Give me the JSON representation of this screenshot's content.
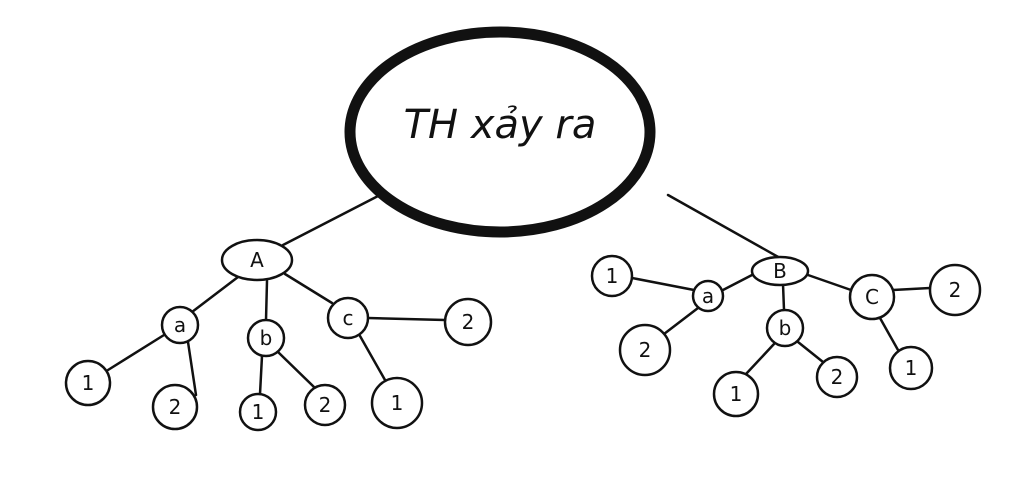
{
  "root": {
    "label": "TH xảy ra"
  },
  "left_tree": {
    "root": "A",
    "a": "a",
    "a_1": "1",
    "a_2": "2",
    "b": "b",
    "b_1": "1",
    "b_2": "2",
    "c": "c",
    "c_1": "1",
    "c_2": "2"
  },
  "right_tree": {
    "root": "B",
    "a": "a",
    "a_1": "1",
    "a_2": "2",
    "b": "b",
    "b_1": "1",
    "b_2": "2",
    "c": "C",
    "c_1": "1",
    "c_2": "2"
  }
}
